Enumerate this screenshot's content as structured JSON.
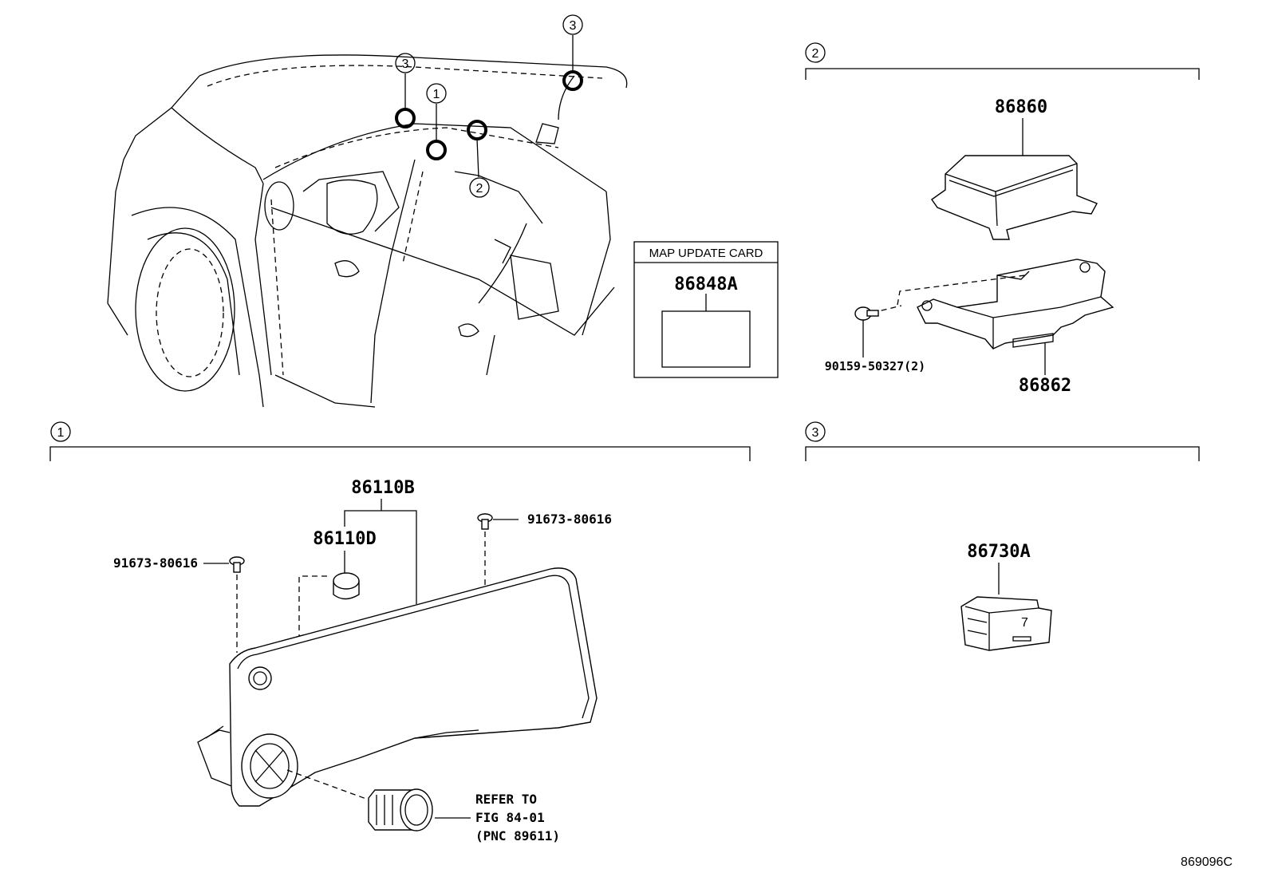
{
  "figure_id": "869096C",
  "callouts": {
    "c1": "1",
    "c2": "2",
    "c3": "3"
  },
  "map_card": {
    "title": "MAP UPDATE CARD",
    "part": "86848A"
  },
  "section2": {
    "ecu_upper": "86860",
    "ecu_bracket": "86862",
    "screw": "90159-50327(2)"
  },
  "section1": {
    "panel": "86110B",
    "knob": "86110D",
    "bolt_left": "91673-80616",
    "bolt_right": "91673-80616",
    "refer_line1": "REFER TO",
    "refer_line2": "FIG 84-01",
    "refer_line3": "(PNC 89611)"
  },
  "section3": {
    "part": "86730A"
  }
}
